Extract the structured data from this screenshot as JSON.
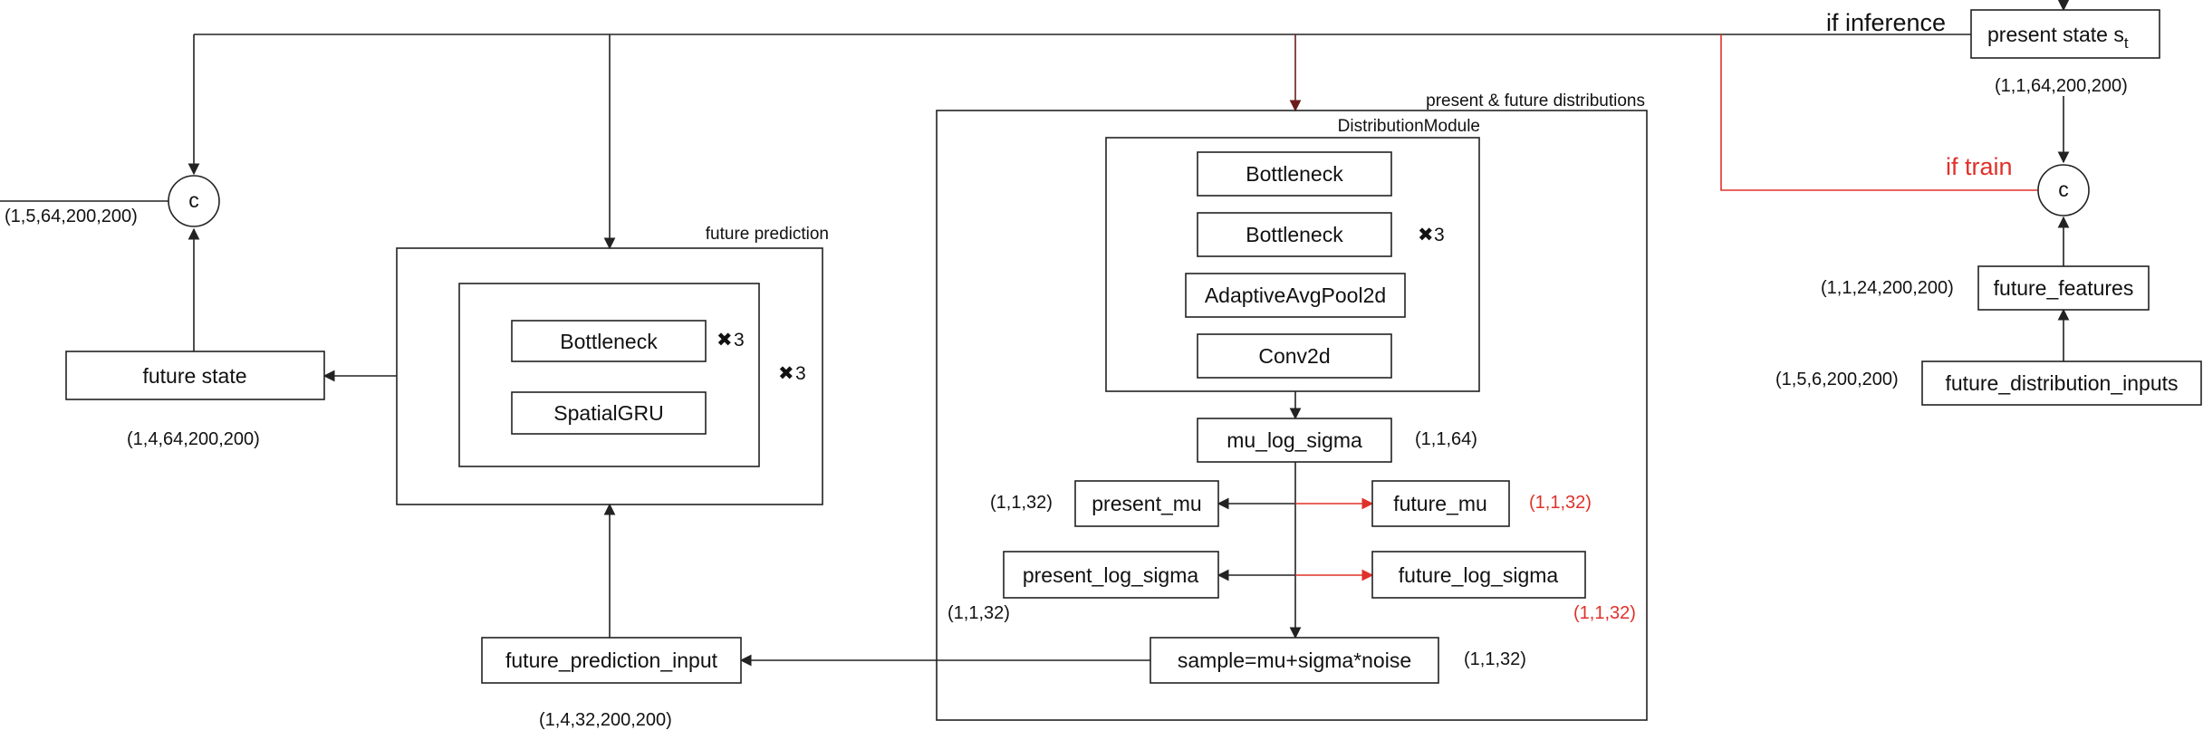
{
  "inputs": {
    "present_state": "present state s",
    "present_state_sub": "t",
    "present_state_dim": "(1,1,64,200,200)",
    "if_inference": "if inference",
    "if_train": "if train",
    "future_features": "future_features",
    "future_features_dim": "(1,1,24,200,200)",
    "future_distribution_inputs": "future_distribution_inputs",
    "future_distribution_inputs_dim": "(1,5,6,200,200)",
    "concat_label": "c"
  },
  "distributions": {
    "title": "present & future distributions",
    "module_title": "DistributionModule",
    "blocks": [
      "Bottleneck",
      "Bottleneck",
      "AdaptiveAvgPool2d",
      "Conv2d"
    ],
    "repeat": "3",
    "mu_log_sigma": "mu_log_sigma",
    "mu_log_sigma_dim": "(1,1,64)",
    "present_mu": "present_mu",
    "present_mu_dim": "(1,1,32)",
    "future_mu": "future_mu",
    "future_mu_dim": "(1,1,32)",
    "present_log_sigma": "present_log_sigma",
    "present_log_sigma_dim": "(1,1,32)",
    "future_log_sigma": "future_log_sigma",
    "future_log_sigma_dim": "(1,1,32)",
    "sample": "sample=mu+sigma*noise",
    "sample_dim": "(1,1,32)"
  },
  "prediction": {
    "title": "future prediction",
    "bottleneck": "Bottleneck",
    "spatial_gru": "SpatialGRU",
    "inner_repeat": "3",
    "outer_repeat": "3",
    "input": "future_prediction_input",
    "input_dim": "(1,4,32,200,200)",
    "future_state": "future state",
    "future_state_dim": "(1,4,64,200,200)",
    "concat_label": "c",
    "concat_dim": "(1,5,64,200,200)"
  },
  "colors": {
    "line": "#222222",
    "train_path": "#e0302a",
    "inference_arrow": "#6b1d1d"
  }
}
